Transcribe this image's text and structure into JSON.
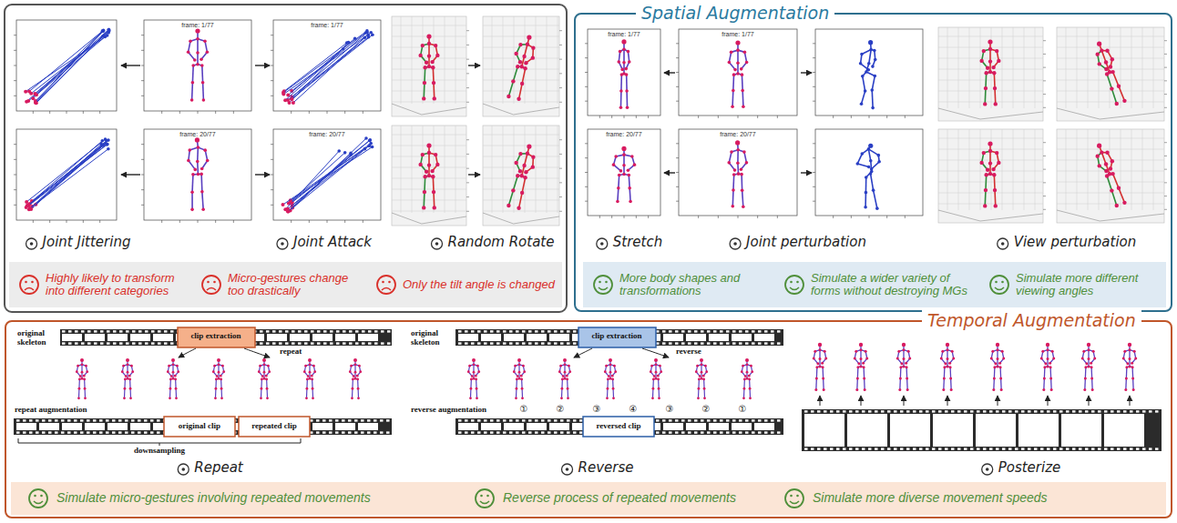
{
  "diagram": {
    "nodes": [
      {
        "text": [
          "Highly likely to transform into different categories",
          "Micro-gestures change too drastically",
          "Only the tilt angle is changed"
        ]
      },
      {
        "text": [
          "Spatial Augmentation"
        ]
      },
      {
        "text": [
          "More body shapes and transformations",
          "Simulate a wider variety of forms without destroying MGs",
          "Simulate more different viewing angles"
        ],
        "in": 1
      },
      {
        "text": [
          "Temporal Augmentation"
        ]
      },
      {
        "text": [
          "Simulate micro-gestures involving repeated movements",
          "Reverse process of repeated movements",
          "Simulate more diverse movement speeds"
        ],
        "in": 3
      }
    ],
    "labels": [
      "frame: 1/77",
      "frame: 1/77",
      "frame: 20/77",
      "frame: 20/77",
      "Joint Jittering",
      "Joint Attack",
      "Random Rotate",
      "frame: 1/77",
      "frame: 1/77",
      "frame: 20/77",
      "frame: 20/77",
      "Stretch",
      "Joint perturbation",
      "View perturbation",
      "original skeleton",
      "clip extraction",
      "repeat",
      "repeat augmentation",
      "original clip",
      "repeated clip",
      "downsampling",
      "Repeat",
      "original skeleton",
      "clip extraction",
      "reverse",
      "reverse augmentation",
      "①",
      "②",
      "③",
      "④",
      "③",
      "②",
      "①",
      "reversed clip",
      "Reverse",
      "Posterize"
    ]
  }
}
